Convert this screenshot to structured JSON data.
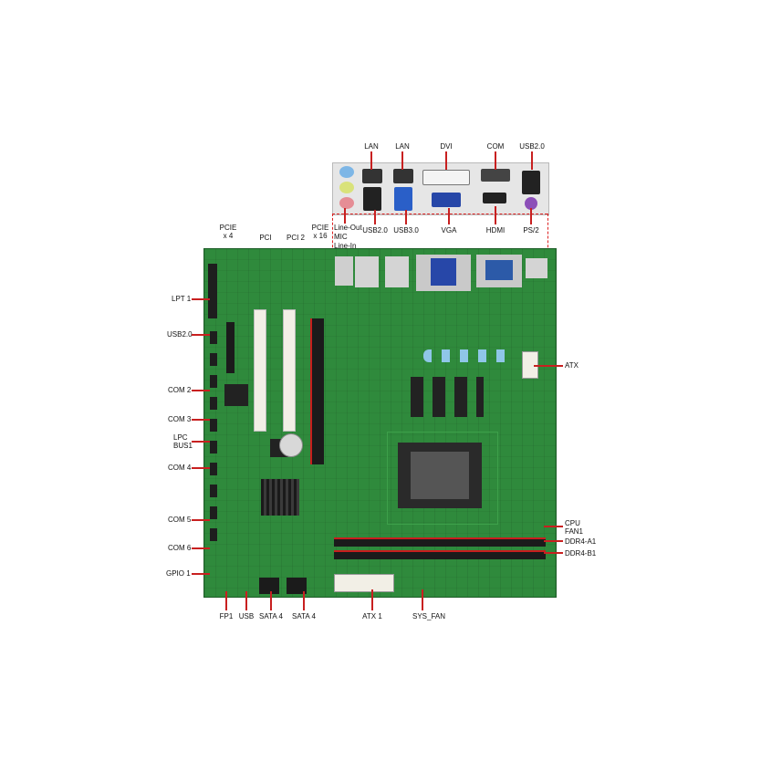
{
  "io_labels": {
    "lan1": "LAN",
    "lan2": "LAN",
    "dvi": "DVI",
    "com": "COM",
    "usb20_top": "USB2.0",
    "line_out": "Line-Out",
    "mic": "MIC",
    "line_in": "Line-In",
    "usb20_bottom": "USB2.0",
    "usb30": "USB3.0",
    "vga": "VGA",
    "hdmi": "HDMI",
    "ps2": "PS/2"
  },
  "board_labels": {
    "pcie_x4_line1": "PCIE",
    "pcie_x4_line2": "x 4",
    "pci": "PCI",
    "pci2": "PCI 2",
    "pcie_x16_line1": "PCIE",
    "pcie_x16_line2": "x 16",
    "lpt1": "LPT 1",
    "usb20_header": "USB2.0",
    "com2": "COM 2",
    "com3": "COM 3",
    "lpc_line1": "LPC",
    "lpc_line2": "BUS1",
    "com4": "COM 4",
    "com5": "COM 5",
    "com6": "COM 6",
    "gpio1": "GPIO 1",
    "atx": "ATX",
    "cpu_fan_line1": "CPU",
    "cpu_fan_line2": "FAN1",
    "ddr4_a1": "DDR4-A1",
    "ddr4_b1": "DDR4-B1",
    "fp1": "FP1",
    "usb": "USB",
    "sata4_a": "SATA 4",
    "sata4_b": "SATA 4",
    "atx1": "ATX 1",
    "sys_fan": "SYS_FAN"
  },
  "colors": {
    "pcb": "#2f8a3c",
    "leader": "#c82020",
    "slot_white": "#f2efe6",
    "slot_black": "#1b1b1b",
    "slot_red": "#c81e1e",
    "usb3_blue": "#2a5fc8",
    "vga_blue": "#2747a8"
  }
}
